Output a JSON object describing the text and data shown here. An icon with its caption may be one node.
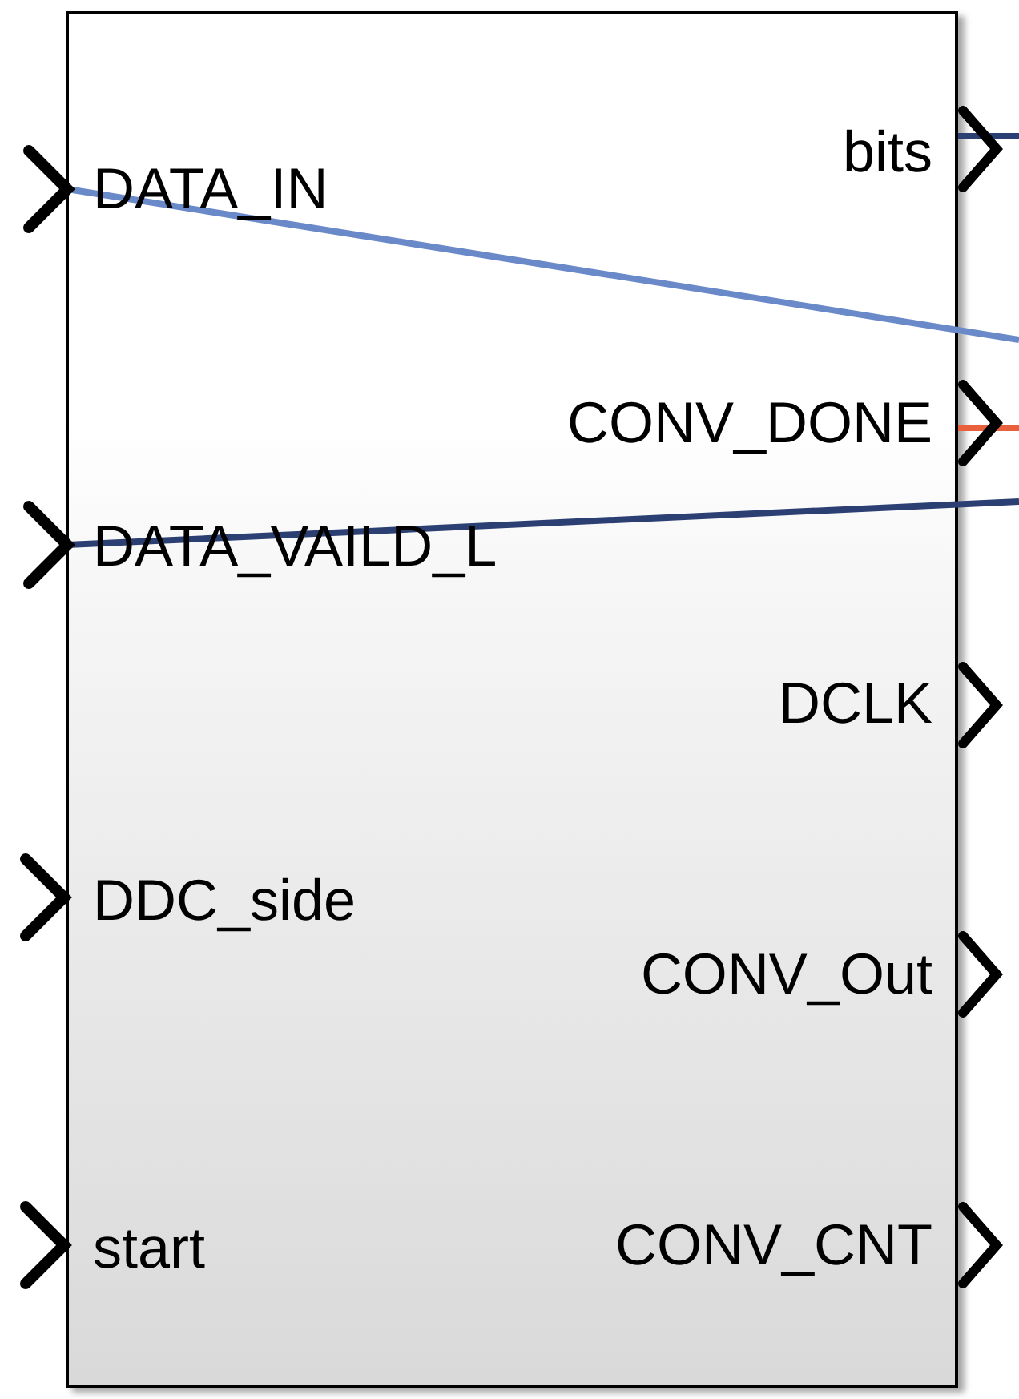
{
  "diagram": {
    "nodes": [
      {
        "text": [],
        "shape": "box"
      },
      {
        "text": [
          "DATA_IN"
        ],
        "in": 0
      },
      {
        "text": [
          "DATA_VAILD_L"
        ],
        "in": 0
      },
      {
        "text": [
          "DDC_side"
        ],
        "in": 0
      },
      {
        "text": [
          "start"
        ],
        "in": 0
      },
      {
        "text": [
          "bits"
        ],
        "in": 0
      },
      {
        "text": [
          "CONV_DONE"
        ],
        "in": 0
      },
      {
        "text": [
          "DCLK"
        ],
        "in": 0
      },
      {
        "text": [
          "CONV_Out"
        ],
        "in": 0
      },
      {
        "text": [
          "CONV_CNT"
        ],
        "in": 0
      }
    ],
    "edges": [
      {
        "from": null,
        "to": 1,
        "arrow": "to",
        "color": "#6a89c8"
      },
      {
        "from": null,
        "to": 2,
        "arrow": "to",
        "color": "#2c3f73"
      },
      {
        "from": 5,
        "to": null,
        "arrow": "none",
        "color": "#2c3f73"
      },
      {
        "from": 6,
        "to": null,
        "arrow": "none",
        "color": "#e8603c"
      }
    ]
  }
}
